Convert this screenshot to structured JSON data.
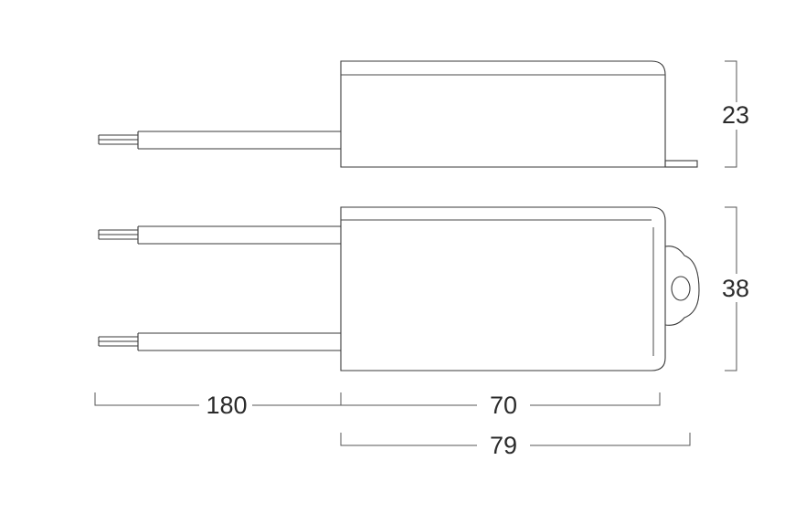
{
  "dimensions": {
    "height_side": "23",
    "width_top": "38",
    "cable_length": "180",
    "body_length": "70",
    "overall_length": "79"
  }
}
